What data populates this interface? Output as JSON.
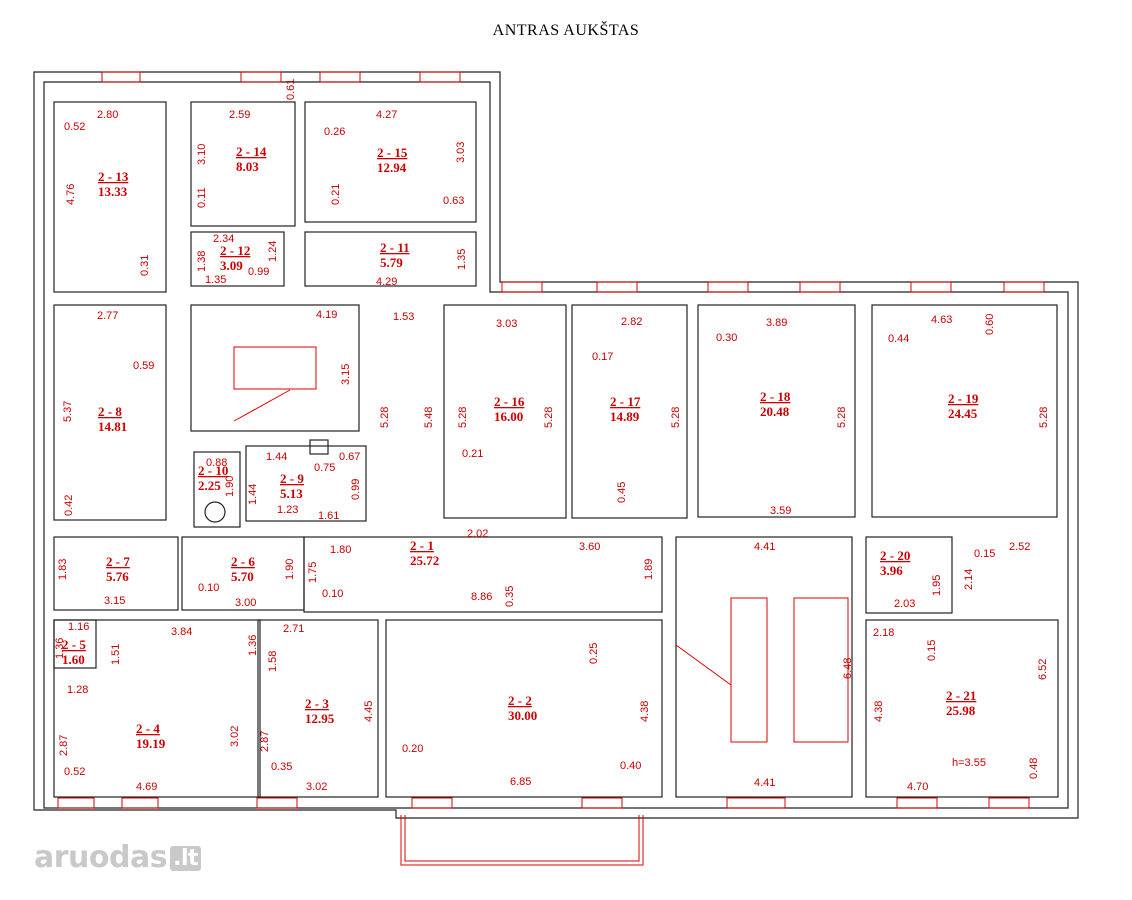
{
  "title": "ANTRAS AUKŠTAS",
  "watermark": {
    "brand": "aruodas",
    "tld": ".lt"
  },
  "height_note": "h=3.55",
  "rooms": [
    {
      "id": "2 - 13",
      "area": "13.33"
    },
    {
      "id": "2 - 14",
      "area": "8.03"
    },
    {
      "id": "2 - 15",
      "area": "12.94"
    },
    {
      "id": "2 - 12",
      "area": "3.09"
    },
    {
      "id": "2 - 11",
      "area": "5.79"
    },
    {
      "id": "2 - 8",
      "area": "14.81"
    },
    {
      "id": "2 - 10",
      "area": "2.25"
    },
    {
      "id": "2 - 9",
      "area": "5.13"
    },
    {
      "id": "2 - 16",
      "area": "16.00"
    },
    {
      "id": "2 - 17",
      "area": "14.89"
    },
    {
      "id": "2 - 18",
      "area": "20.48"
    },
    {
      "id": "2 - 19",
      "area": "24.45"
    },
    {
      "id": "2 - 1",
      "area": "25.72"
    },
    {
      "id": "2 - 7",
      "area": "5.76"
    },
    {
      "id": "2 - 6",
      "area": "5.70"
    },
    {
      "id": "2 - 20",
      "area": "3.96"
    },
    {
      "id": "2 - 5",
      "area": "1.60"
    },
    {
      "id": "2 - 4",
      "area": "19.19"
    },
    {
      "id": "2 - 3",
      "area": "12.95"
    },
    {
      "id": "2 - 2",
      "area": "30.00"
    },
    {
      "id": "2 - 21",
      "area": "25.98"
    }
  ],
  "dimensions": [
    "2.80",
    "0.52",
    "4.76",
    "0.31",
    "2.59",
    "0.61",
    "3.10",
    "0.11",
    "4.27",
    "0.26",
    "3.03",
    "0.21",
    "0.63",
    "2.34",
    "1.38",
    "1.24",
    "0.99",
    "1.35",
    "1.35",
    "4.29",
    "1.53",
    "2.77",
    "0.59",
    "5.37",
    "0.42",
    "4.19",
    "3.15",
    "5.28",
    "5.48",
    "0.88",
    "1.90",
    "1.44",
    "0.75",
    "0.67",
    "1.44",
    "0.99",
    "1.23",
    "1.61",
    "1.80",
    "3.03",
    "5.28",
    "5.28",
    "0.21",
    "2.02",
    "2.82",
    "0.17",
    "5.28",
    "0.45",
    "3.89",
    "0.30",
    "5.28",
    "3.59",
    "4.63",
    "0.60",
    "0.44",
    "5.28",
    "1.83",
    "3.15",
    "0.10",
    "3.00",
    "1.90",
    "1.75",
    "0.10",
    "3.60",
    "8.86",
    "0.35",
    "1.89",
    "4.41",
    "0.15",
    "2.52",
    "2.14",
    "1.95",
    "2.03",
    "2.18",
    "0.15",
    "1.16",
    "1.36",
    "1.51",
    "3.84",
    "1.36",
    "1.28",
    "2.87",
    "0.52",
    "4.69",
    "3.02",
    "2.71",
    "1.58",
    "4.45",
    "2.87",
    "0.35",
    "3.02",
    "0.25",
    "4.38",
    "0.20",
    "6.85",
    "0.40",
    "6.48",
    "4.41",
    "4.38",
    "6.52",
    "0.48",
    "4.70"
  ]
}
